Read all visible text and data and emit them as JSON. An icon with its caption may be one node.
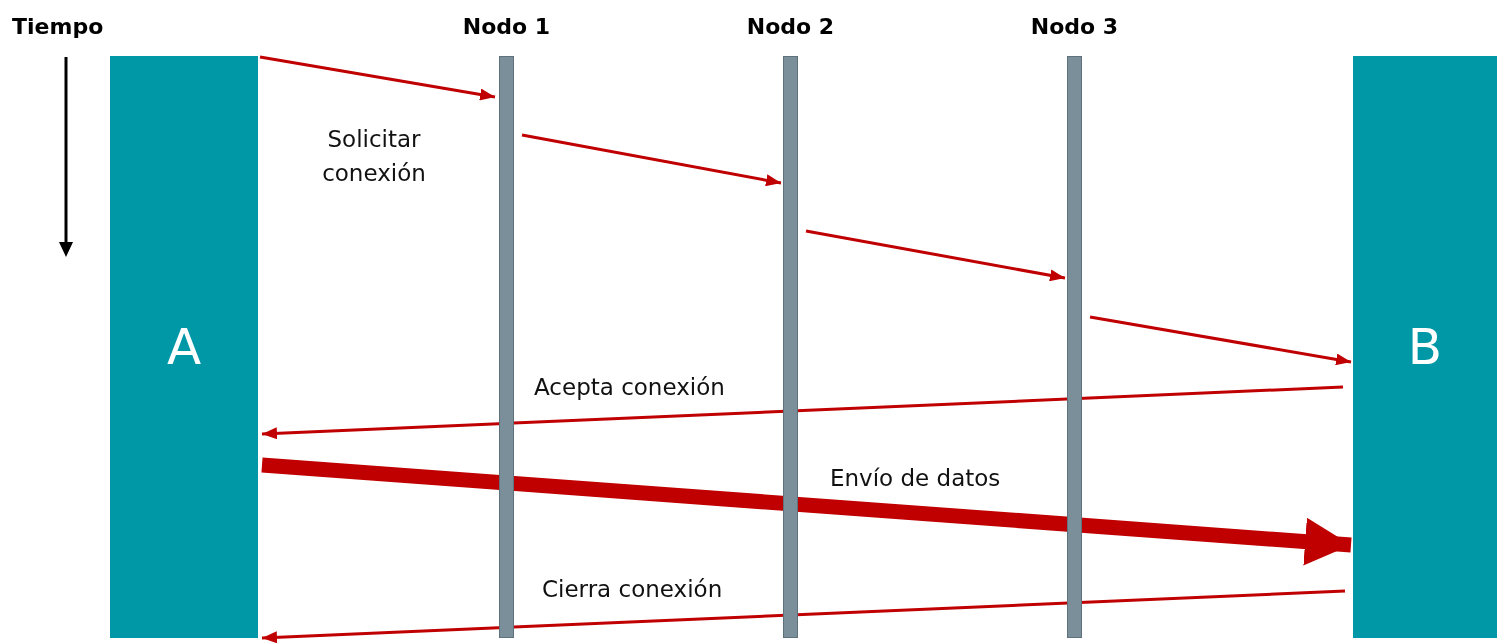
{
  "diagram": {
    "nodes": [
      {
        "text": [
          "A"
        ]
      },
      {
        "text": [
          "Nodo 1"
        ]
      },
      {
        "text": [
          "Nodo 2"
        ]
      },
      {
        "text": [
          "Nodo 3"
        ]
      },
      {
        "text": [
          "B"
        ]
      }
    ],
    "edges": [
      {
        "from": 0,
        "to": 1,
        "arrow": "to",
        "label": "Solicitar conexión"
      },
      {
        "from": 1,
        "to": 2,
        "arrow": "to"
      },
      {
        "from": 2,
        "to": 3,
        "arrow": "to"
      },
      {
        "from": 3,
        "to": 4,
        "arrow": "to"
      },
      {
        "from": 4,
        "to": 0,
        "arrow": "to",
        "label": "Acepta conexión"
      },
      {
        "from": 0,
        "to": 4,
        "arrow": "to",
        "label": "Envío de datos",
        "style": "thick"
      },
      {
        "from": 4,
        "to": 0,
        "arrow": "to",
        "label": "Cierra conexión"
      }
    ],
    "labels": [
      "Tiempo"
    ]
  }
}
